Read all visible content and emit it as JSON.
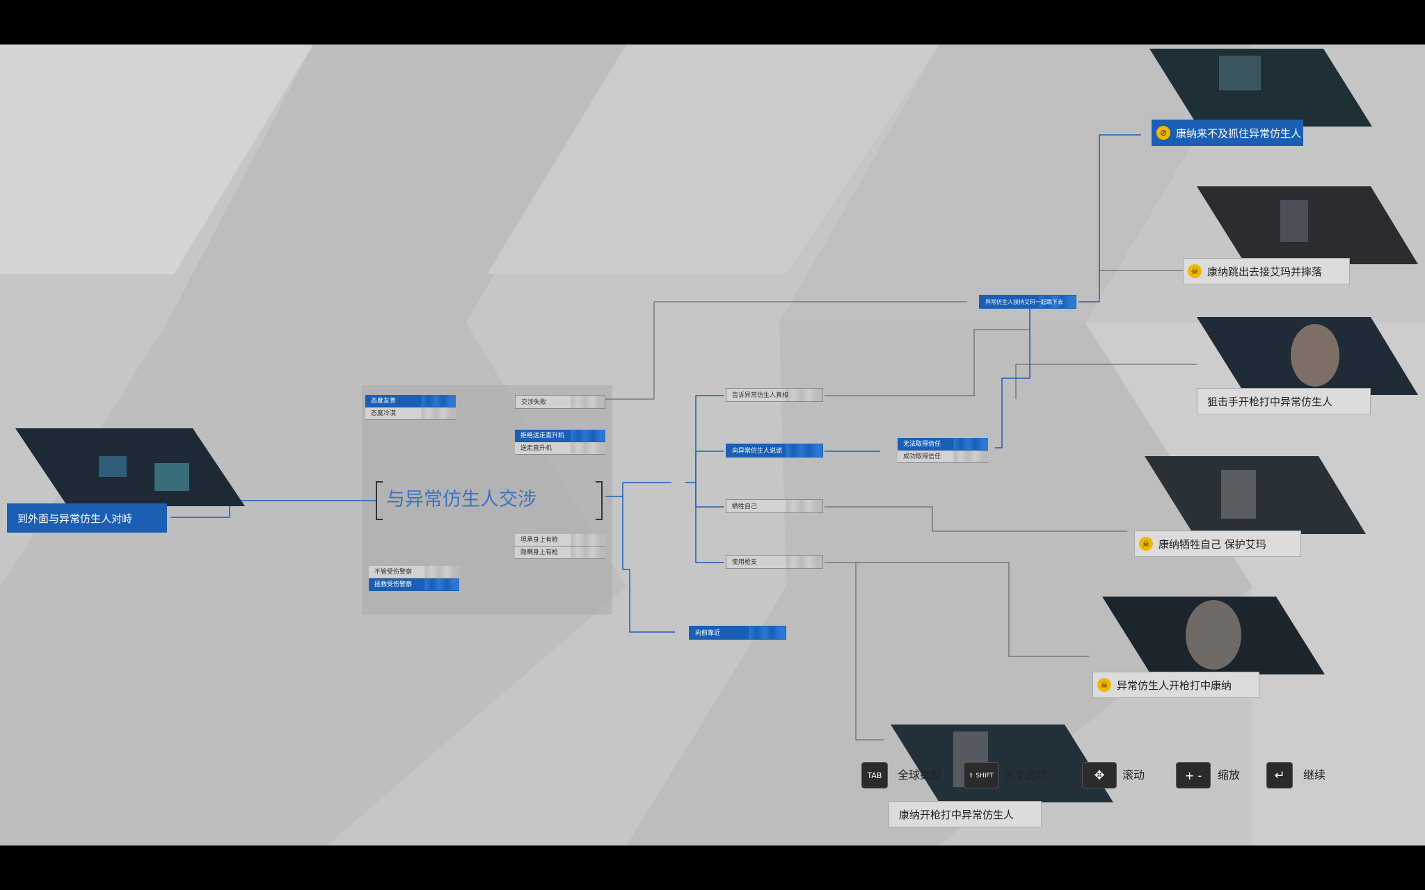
{
  "center_title": "与异常仿生人交涉",
  "start_node": "到外面与异常仿生人对峙",
  "attitude_nodes": [
    "态度友善",
    "态度冷漠"
  ],
  "negotiation_failed": "交涉失败",
  "elevator_nodes": [
    "拒绝送走直升机",
    "送走直升机"
  ],
  "gun_nodes": [
    "坦承身上有枪",
    "隐瞒身上有枪"
  ],
  "police_nodes": [
    "不管受伤警察",
    "拯救受伤警察"
  ],
  "approach_node": "向前靠近",
  "hub_options": [
    "告诉异常仿生人真相",
    "向异常仿生人说谎",
    "牺牲自己",
    "使用枪支"
  ],
  "trust_nodes": [
    "无法取得信任",
    "成功取得信任"
  ],
  "jump_node": "异常仿生人挟持艾玛一起跳下去",
  "endings": [
    {
      "label": "康纳来不及抓住异常仿生人",
      "badge": "⊘"
    },
    {
      "label": "康纳跳出去接艾玛并摔落",
      "badge": "☠"
    },
    {
      "label": "狙击手开枪打中异常仿生人",
      "badge": ""
    },
    {
      "label": "康纳牺牲自己 保护艾玛",
      "badge": "☠"
    },
    {
      "label": "异常仿生人开枪打中康纳",
      "badge": "☠"
    },
    {
      "label": "康纳开枪打中异常仿生人",
      "badge": ""
    }
  ],
  "hud": [
    {
      "key": "TAB",
      "label": "全球数据"
    },
    {
      "key": "⇧ SHIFT",
      "label": "关卡选项"
    },
    {
      "key": "✥",
      "label": "滚动"
    },
    {
      "key": "+ -",
      "label": "缩放"
    },
    {
      "key": "↵",
      "label": "继续"
    }
  ],
  "colors": {
    "accent": "#1a5fb4",
    "warning": "#f2b705",
    "background": "#c6c6c6"
  }
}
